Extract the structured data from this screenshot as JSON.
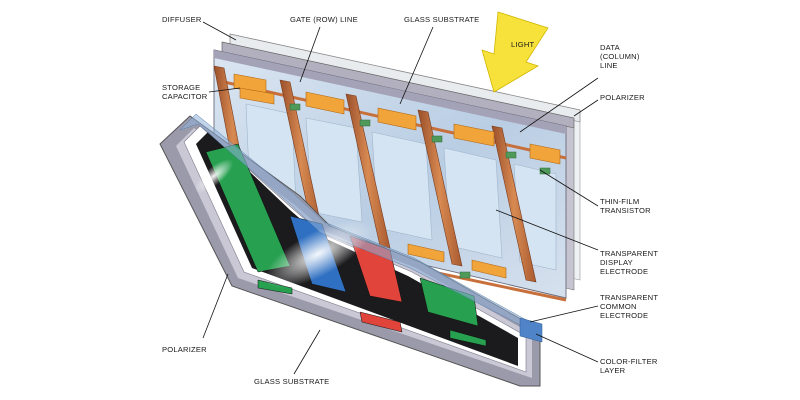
{
  "labels": {
    "diffuser": "DIFFUSER",
    "gate_line": "GATE (ROW) LINE",
    "glass_substrate_top": "GLASS SUBSTRATE",
    "light": "LIGHT",
    "data_line": [
      "DATA",
      "(COLUMN)",
      "LINE"
    ],
    "storage_capacitor": [
      "STORAGE",
      "CAPACITOR"
    ],
    "polarizer_top": "POLARIZER",
    "thin_film_transistor": [
      "THIN-FILM",
      "TRANSISTOR"
    ],
    "transparent_display_electrode": [
      "TRANSPARENT",
      "DISPLAY",
      "ELECTRODE"
    ],
    "transparent_common_electrode": [
      "TRANSPARENT",
      "COMMON",
      "ELECTRODE"
    ],
    "polarizer_bottom": "POLARIZER",
    "color_filter_layer": [
      "COLOR-FILTER",
      "LAYER"
    ],
    "glass_substrate_bottom": "GLASS SUBSTRATE"
  },
  "colors": {
    "light_arrow": "#f6e23a",
    "capacitor": "#f0a43a",
    "line_copper": "#c8703c",
    "glass": "#c9d9ea",
    "frame": "#8e8e9e",
    "filter_red": "#e0443a",
    "filter_green": "#27a050",
    "filter_blue": "#2f70c2",
    "transistor": "#4f9a5a"
  }
}
